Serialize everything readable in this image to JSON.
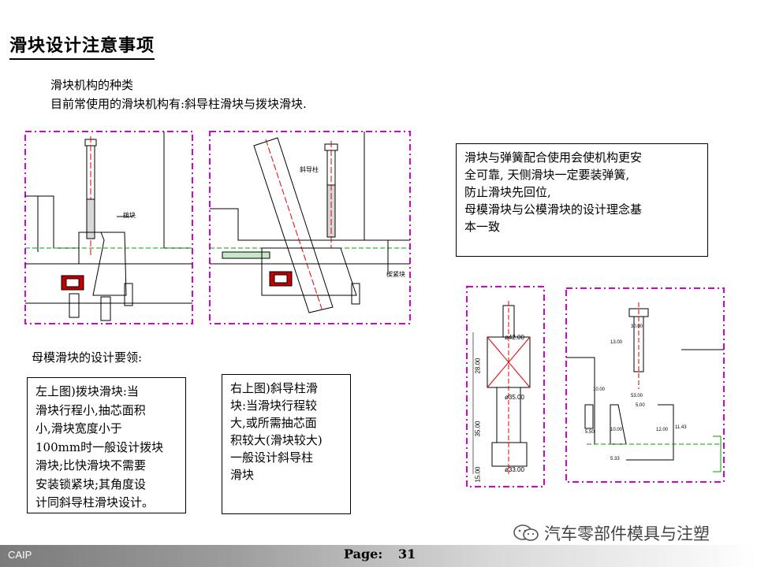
{
  "title": "滑块设计注意事项",
  "intro": {
    "line1": "滑块机构的种类",
    "line2": "目前常使用的滑块机构有:斜导柱滑块与拨块滑块."
  },
  "fig_left": {
    "callout": "拨块"
  },
  "fig_mid": {
    "callout_top": "斜导柱",
    "callout_right": "楔紧块"
  },
  "note_right": {
    "lines": [
      "滑块与弹簧配合使用会使机构更安",
      "全可靠, 天侧滑块一定要装弹簧,",
      "防止滑块先回位,",
      "母模滑块与公模滑块的设计理念基",
      "本一致"
    ]
  },
  "section_label": "母模滑块的设计要领:",
  "box_left": {
    "lines": [
      "左上图)拨块滑块:当",
      "滑块行程小,抽芯面积",
      "小,滑块宽度小于",
      "100mm时一般设计拨块",
      "滑块;比快滑块不需要",
      "安装锁紧块;其角度设",
      "计同斜导柱滑块设计。"
    ]
  },
  "box_mid": {
    "lines": [
      "右上图)斜导柱滑",
      "块:当滑块行程较",
      "大,或所需抽芯面",
      "积较大(滑块较大)",
      "一般设计斜导柱",
      "滑块"
    ]
  },
  "dims_a": {
    "d1": "ø42.00",
    "d2": "28.00",
    "d3": "ø35.00",
    "d4": "35.00",
    "d5": "15.00",
    "d6": "ø33.00"
  },
  "dims_b": {
    "d1": "30.00",
    "d2": "13.00",
    "d3": "10.00",
    "d4": "53.00",
    "d5": "5.00",
    "d6": "5.50",
    "d7": "10.00",
    "d8": "12.00",
    "d9": "11.43",
    "d10": "5.33"
  },
  "footer": {
    "left": "CAIP",
    "page_label": "Page:",
    "page_number": "31",
    "watermark": "汽车零部件模具与注塑"
  },
  "colors": {
    "frame": "#d400d4",
    "centerline": "#e00000",
    "green": "#00a000"
  }
}
